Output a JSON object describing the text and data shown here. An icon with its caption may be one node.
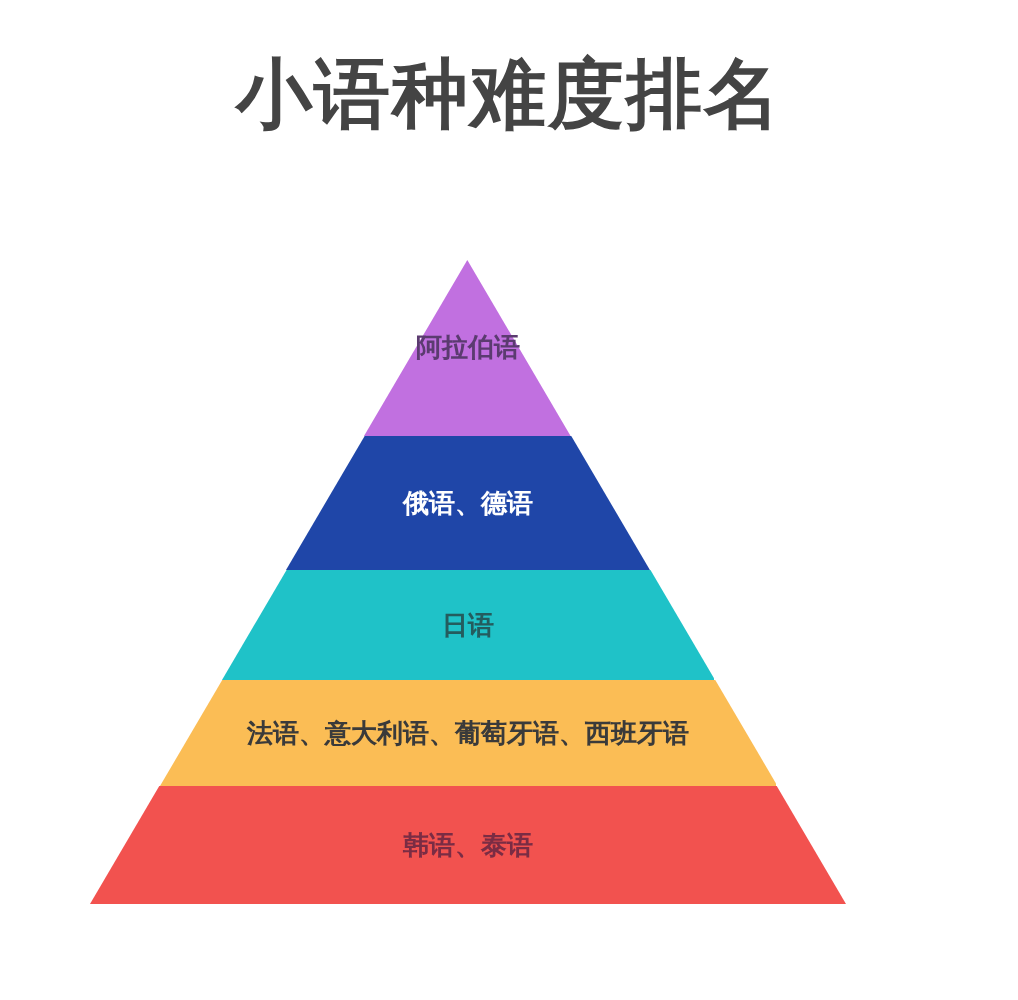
{
  "diagram": {
    "title": "小语种难度排名",
    "nodes": [
      {
        "text": [
          "阿拉伯语"
        ]
      },
      {
        "text": [
          "俄语、德语"
        ]
      },
      {
        "text": [
          "日语"
        ]
      },
      {
        "text": [
          "法语、意大利语、葡萄牙语、西班牙语"
        ]
      },
      {
        "text": [
          "韩语、泰语"
        ]
      }
    ]
  }
}
